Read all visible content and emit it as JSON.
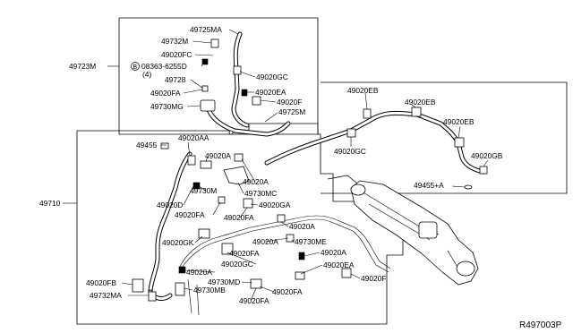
{
  "diagram_id": "R497003P",
  "labels": {
    "p49723M": "49723M",
    "p49725MA": "49725MA",
    "p49732M": "49732M",
    "p49020FC": "49020FC",
    "p08363": "08363-6255D",
    "p08363_qty": "(4)",
    "p08363_prefix": "B",
    "p49728": "49728",
    "p49020FA_top": "49020FA",
    "p49730MG": "49730MG",
    "p49020GC_top": "49020GC",
    "p49020EA_top": "49020EA",
    "p49020F_top": "49020F",
    "p49725M": "49725M",
    "p49020EB_a": "49020EB",
    "p49020EB_b": "49020EB",
    "p49020EB_c": "49020EB",
    "p49020GC_mid": "49020GC",
    "p49020GB": "49020GB",
    "p49455A": "49455+A",
    "p49710": "49710",
    "p49020AA": "49020AA",
    "p49455": "49455",
    "p49020A_1": "49020A",
    "p49020A_2": "49020A",
    "p49730M": "49730M",
    "p49730MC": "49730MC",
    "p49020D": "49020D",
    "p49020GA": "49020GA",
    "p49020FA_1": "49020FA",
    "p49020FA_2": "49020FA",
    "p49020GK": "49020GK",
    "p49020A_3": "49020A",
    "p49020A_4": "49020A",
    "p49730ME": "49730ME",
    "p49020FA_3": "49020FA",
    "p49020A_5": "49020A",
    "p49020GC_low": "49020GC",
    "p49020EA_low": "49020EA",
    "p49020A_6": "49020A",
    "p49020FB": "49020FB",
    "p49730MD": "49730MD",
    "p49020F_low": "49020F",
    "p49730MB": "49730MB",
    "p49020FA_4": "49020FA",
    "p49732MA": "49732MA",
    "p49020FA_5": "49020FA"
  }
}
